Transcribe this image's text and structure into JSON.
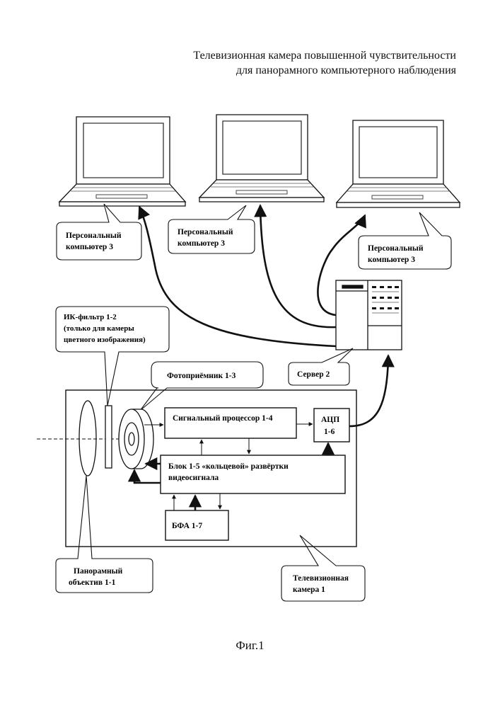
{
  "header": {
    "title_line1": "Телевизионная камера повышенной чувствительности",
    "title_line2": "для панорамного компьютерного наблюдения"
  },
  "callouts": {
    "pc_left": [
      "Персональный",
      "компьютер 3"
    ],
    "pc_middle": [
      "Персональный",
      "компьютер 3"
    ],
    "pc_right": [
      "Персональный",
      "компьютер 3"
    ],
    "server": "Сервер 2",
    "photodetector": "Фотоприёмник 1-3",
    "ir_filter": [
      "ИК-фильтр 1-2",
      "(только для камеры",
      "цветного изображения)"
    ],
    "panoramic_lens": [
      "Панорамный",
      "объектив  1-1"
    ],
    "tv_camera": [
      "Телевизионная",
      "камера 1"
    ]
  },
  "blocks": {
    "signal_processor": "Сигнальный процессор 1-4",
    "adc": [
      "АЦП",
      "1-6"
    ],
    "scan_block": [
      "Блок  1-5 «кольцевой» развёртки",
      "видеосигнала"
    ],
    "bfa": "БФА 1-7"
  },
  "caption": "Фиг.1"
}
